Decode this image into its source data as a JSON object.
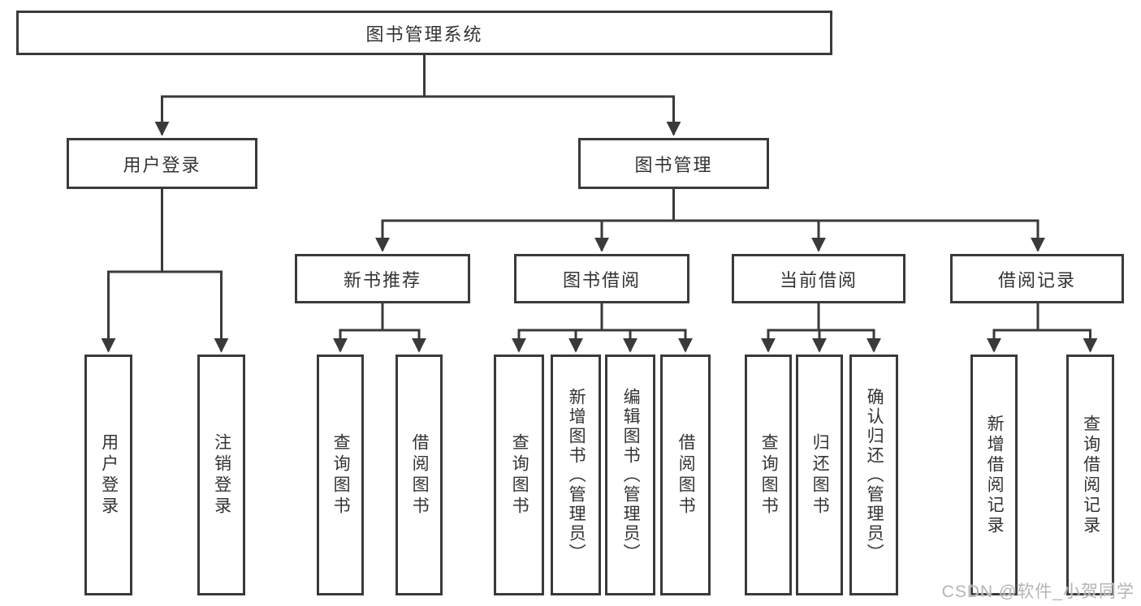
{
  "nodes": {
    "root": "图书管理系统",
    "user_login": "用户登录",
    "book_mgmt": "图书管理",
    "new_book_rec": "新书推荐",
    "book_borrow": "图书借阅",
    "current_borrow": "当前借阅",
    "borrow_records": "借阅记录",
    "ul_user_login": "用户登录",
    "ul_logout": "注销登录",
    "nb_query_books": "查询图书",
    "nb_borrow_books": "借阅图书",
    "bb_query_books": "查询图书",
    "bb_add_books": "新增图书（管理员）",
    "bb_edit_books": "编辑图书（管理员）",
    "bb_borrow_books": "借阅图书",
    "cb_query_books": "查询图书",
    "cb_return_books": "归还图书",
    "cb_confirm_return": "确认归还（管理员）",
    "br_add_record": "新增借阅记录",
    "br_query_record": "查询借阅记录"
  },
  "watermark": "CSDN @软件_小贺同学",
  "colors": {
    "line": "#3a3a3c",
    "text": "#333333",
    "box_background": "#ffffff",
    "watermark": "#b4b4b4"
  }
}
